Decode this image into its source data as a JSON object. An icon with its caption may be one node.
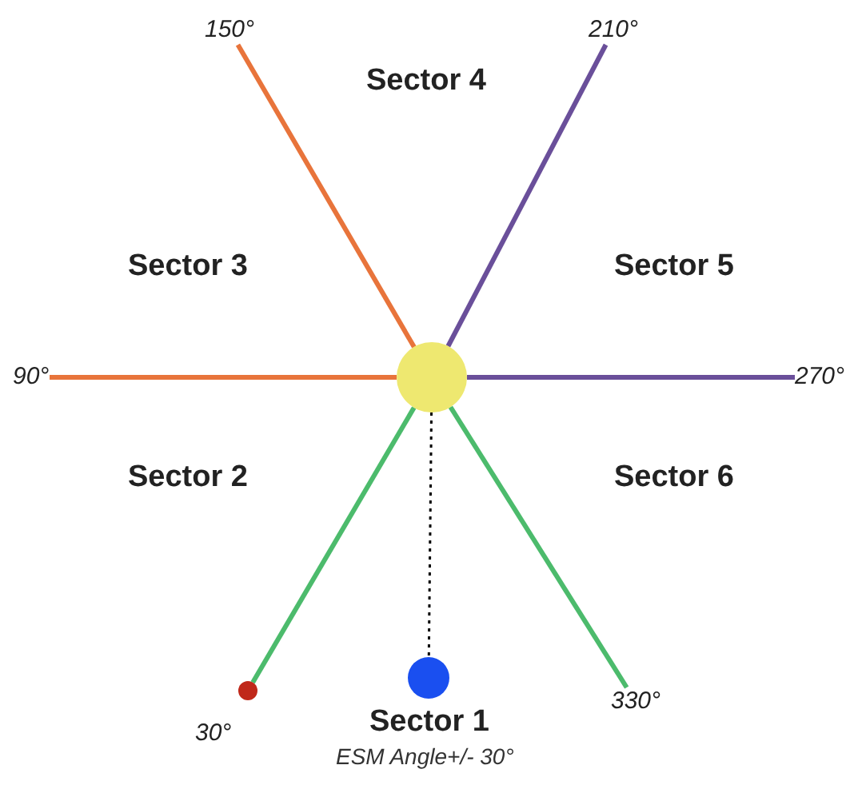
{
  "diagram": {
    "nodes": [
      {
        "text": [
          "150°"
        ]
      },
      {
        "text": [
          "210°"
        ]
      },
      {
        "text": [
          "90°"
        ]
      },
      {
        "text": [],
        "shape": "circle"
      },
      {
        "text": [
          "270°"
        ]
      },
      {
        "text": [],
        "shape": "circle",
        "beside": [
          "30°"
        ]
      },
      {
        "text": [],
        "shape": "circle"
      },
      {
        "text": [
          "330°"
        ]
      }
    ],
    "edges": [
      {
        "from": 3,
        "to": 0,
        "arrow": "none",
        "color": "#e8743b"
      },
      {
        "from": 3,
        "to": 1,
        "arrow": "none",
        "color": "#6a4f9a"
      },
      {
        "from": 3,
        "to": 2,
        "arrow": "none",
        "color": "#e8743b"
      },
      {
        "from": 3,
        "to": 4,
        "arrow": "none",
        "color": "#6a4f9a"
      },
      {
        "from": 3,
        "to": 5,
        "arrow": "none",
        "color": "#4cbb6c"
      },
      {
        "from": 3,
        "to": 7,
        "arrow": "none",
        "color": "#4cbb6c"
      },
      {
        "from": 3,
        "to": 6,
        "arrow": "none",
        "style": "dashed",
        "color": "#000000"
      }
    ],
    "labels": [
      "Sector 4",
      "Sector 3",
      "Sector 5",
      "Sector 2",
      "Sector 6",
      "Sector 1",
      "ESM Angle+/- 30°"
    ]
  }
}
